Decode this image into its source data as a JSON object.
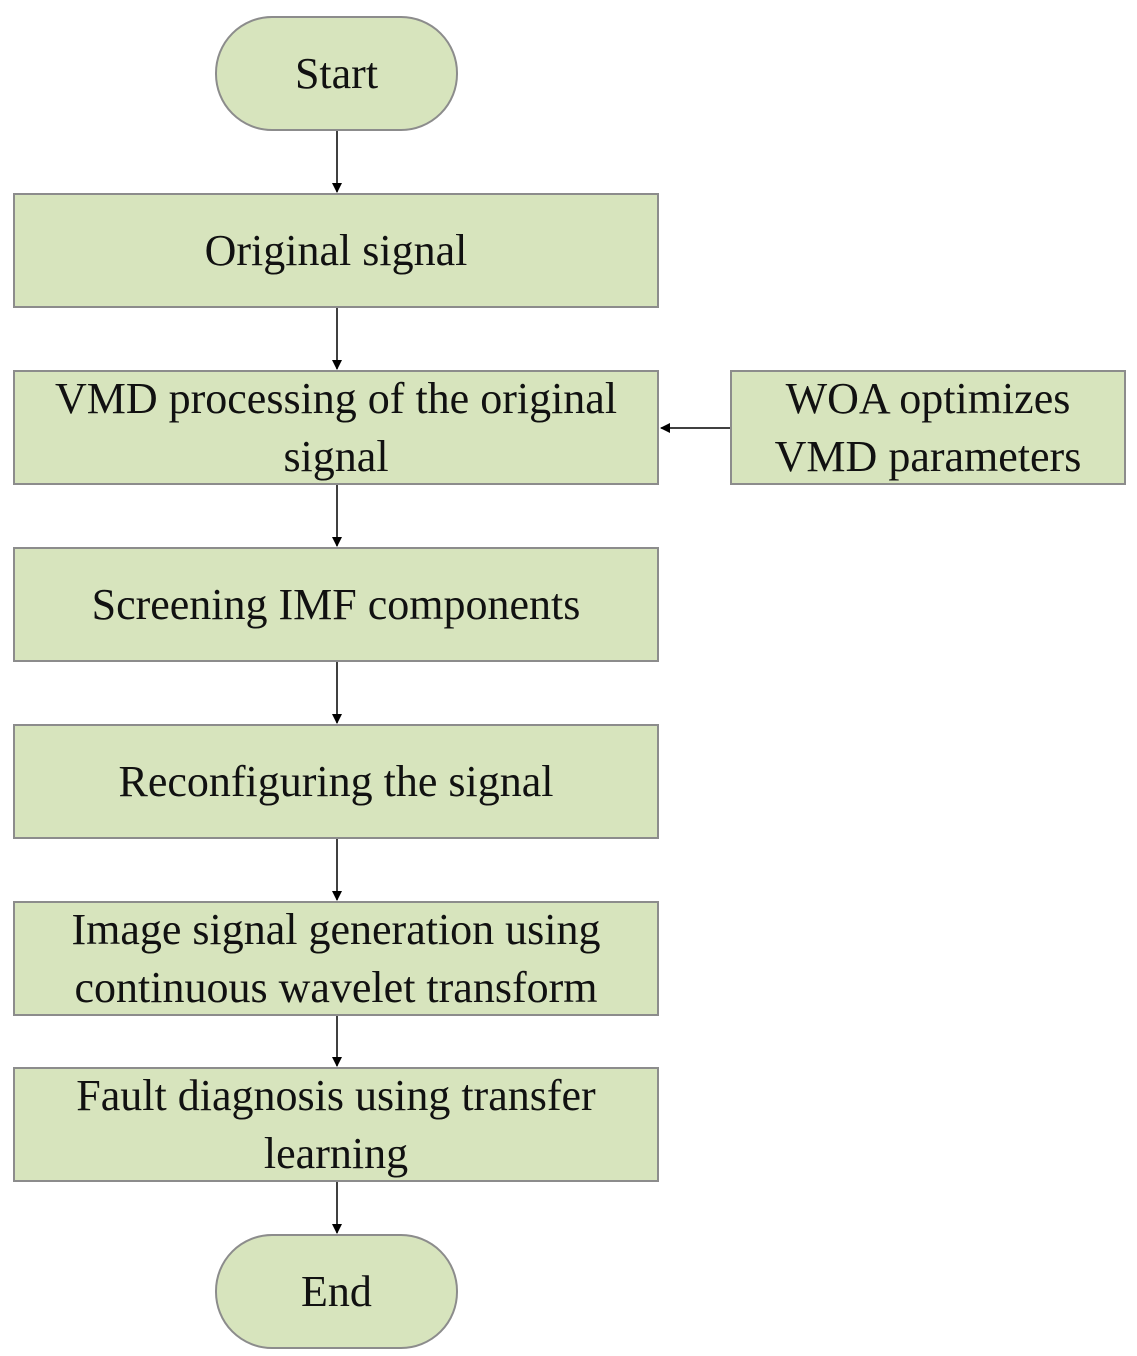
{
  "nodes": {
    "start": "Start",
    "original_signal": "Original signal",
    "vmd_processing": "VMD processing of the original signal",
    "woa": "WOA optimizes VMD parameters",
    "screening": "Screening IMF components",
    "reconfiguring": "Reconfiguring the signal",
    "image_generation": "Image signal generation using continuous wavelet transform",
    "fault_diagnosis": "Fault diagnosis using transfer learning",
    "end": "End"
  },
  "colors": {
    "node_fill": "#d7e4bd",
    "node_border": "#8c8c8c",
    "arrow": "#000000"
  }
}
